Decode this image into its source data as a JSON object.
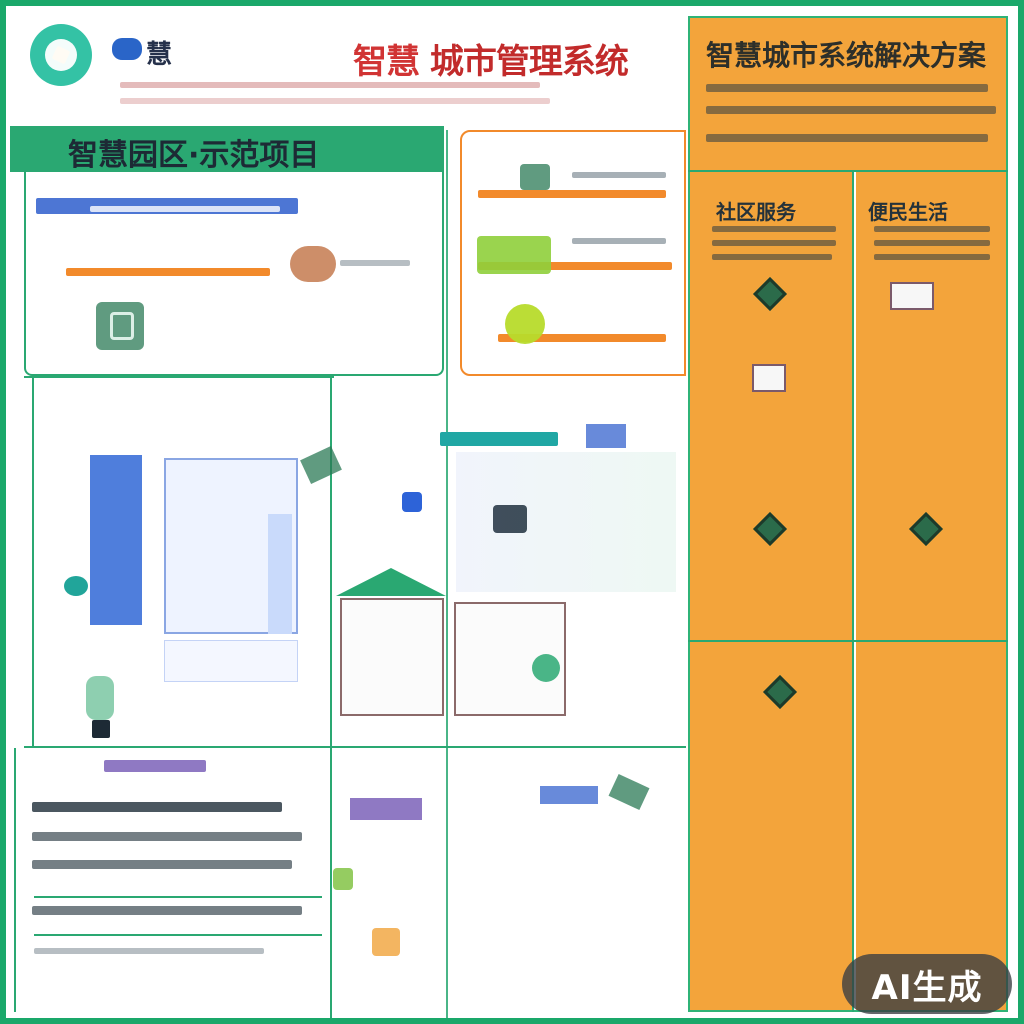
{
  "badge": {
    "label": "AI生成"
  },
  "header": {
    "brand_text": "慧",
    "title_part1": "智慧",
    "title_part2": "城市管理系统",
    "subheader": "智慧园区·示范项目"
  },
  "right_panel": {
    "title": "智慧城市系统解决方案",
    "cards": [
      {
        "label": "社区服务"
      },
      {
        "label": "便民生活"
      }
    ]
  },
  "colors": {
    "green": "#2aa872",
    "orange": "#f3a43b",
    "blue": "#4d76d4",
    "red": "#d13434"
  }
}
